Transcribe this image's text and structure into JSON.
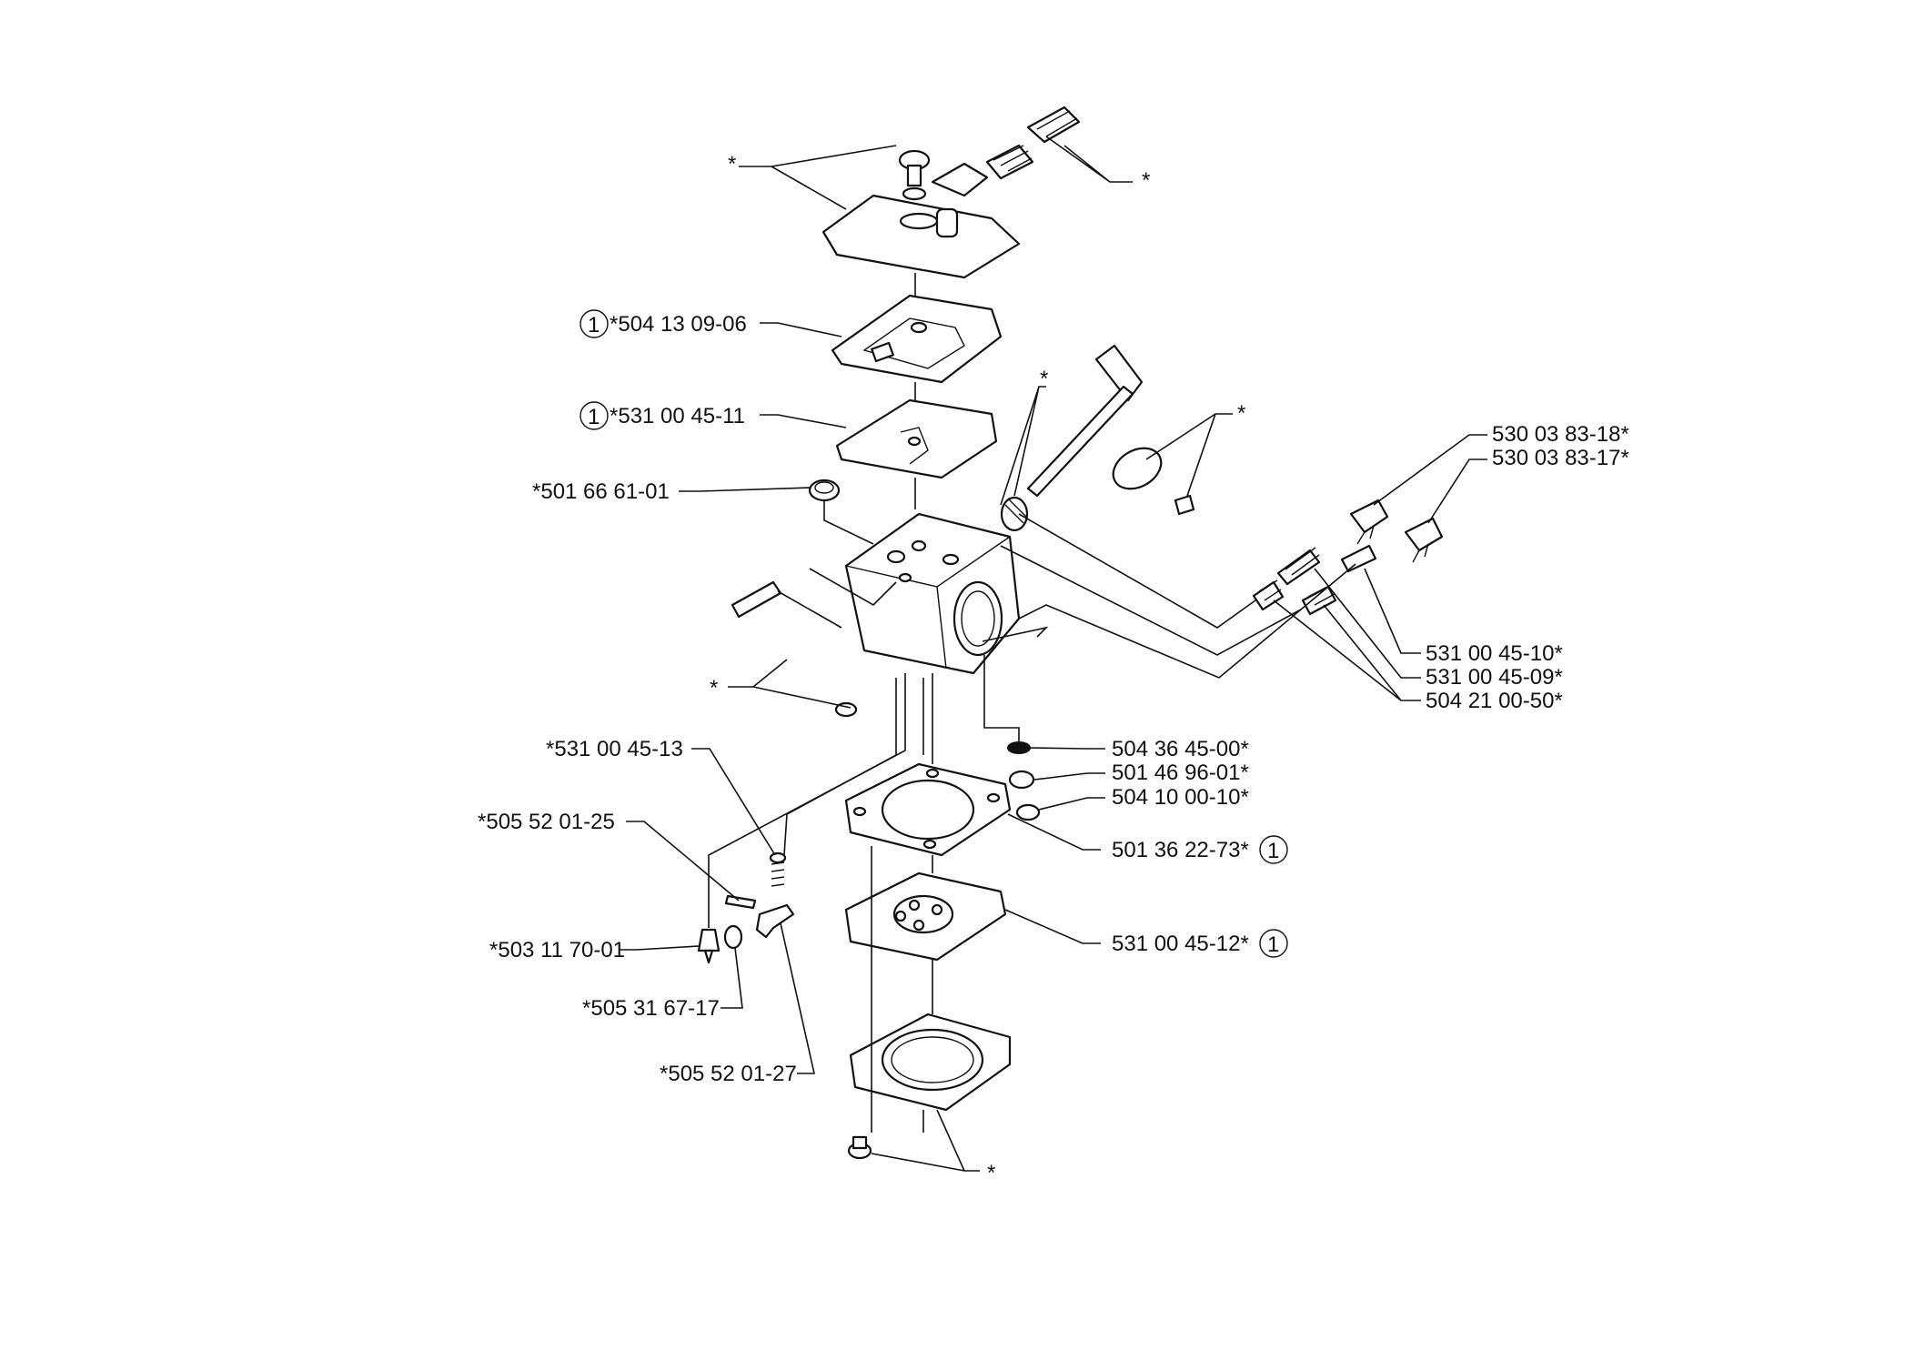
{
  "callouts": {
    "c1": "*504 13 09-06",
    "c2": "*531 00 45-11",
    "c3": "*501 66 61-01",
    "c4": "530 03 83-18*",
    "c5": "530 03 83-17*",
    "c6": "531 00 45-10*",
    "c7": "531 00 45-09*",
    "c8": "504 21 00-50*",
    "c9": "*531 00 45-13",
    "c10": "504 36 45-00*",
    "c11": "501 46 96-01*",
    "c12": "504 10 00-10*",
    "c13": "*505 52 01-25",
    "c14": "501 36 22-73*",
    "c15": "*503 11 70-01",
    "c16": "531 00 45-12*",
    "c17": "*505 31 67-17",
    "c18": "*505 52 01-27"
  },
  "stars": {
    "s1": "*",
    "s2": "*",
    "s3": "*",
    "s4": "*",
    "s5": "*",
    "s6": "*"
  },
  "kit_marker": "1"
}
